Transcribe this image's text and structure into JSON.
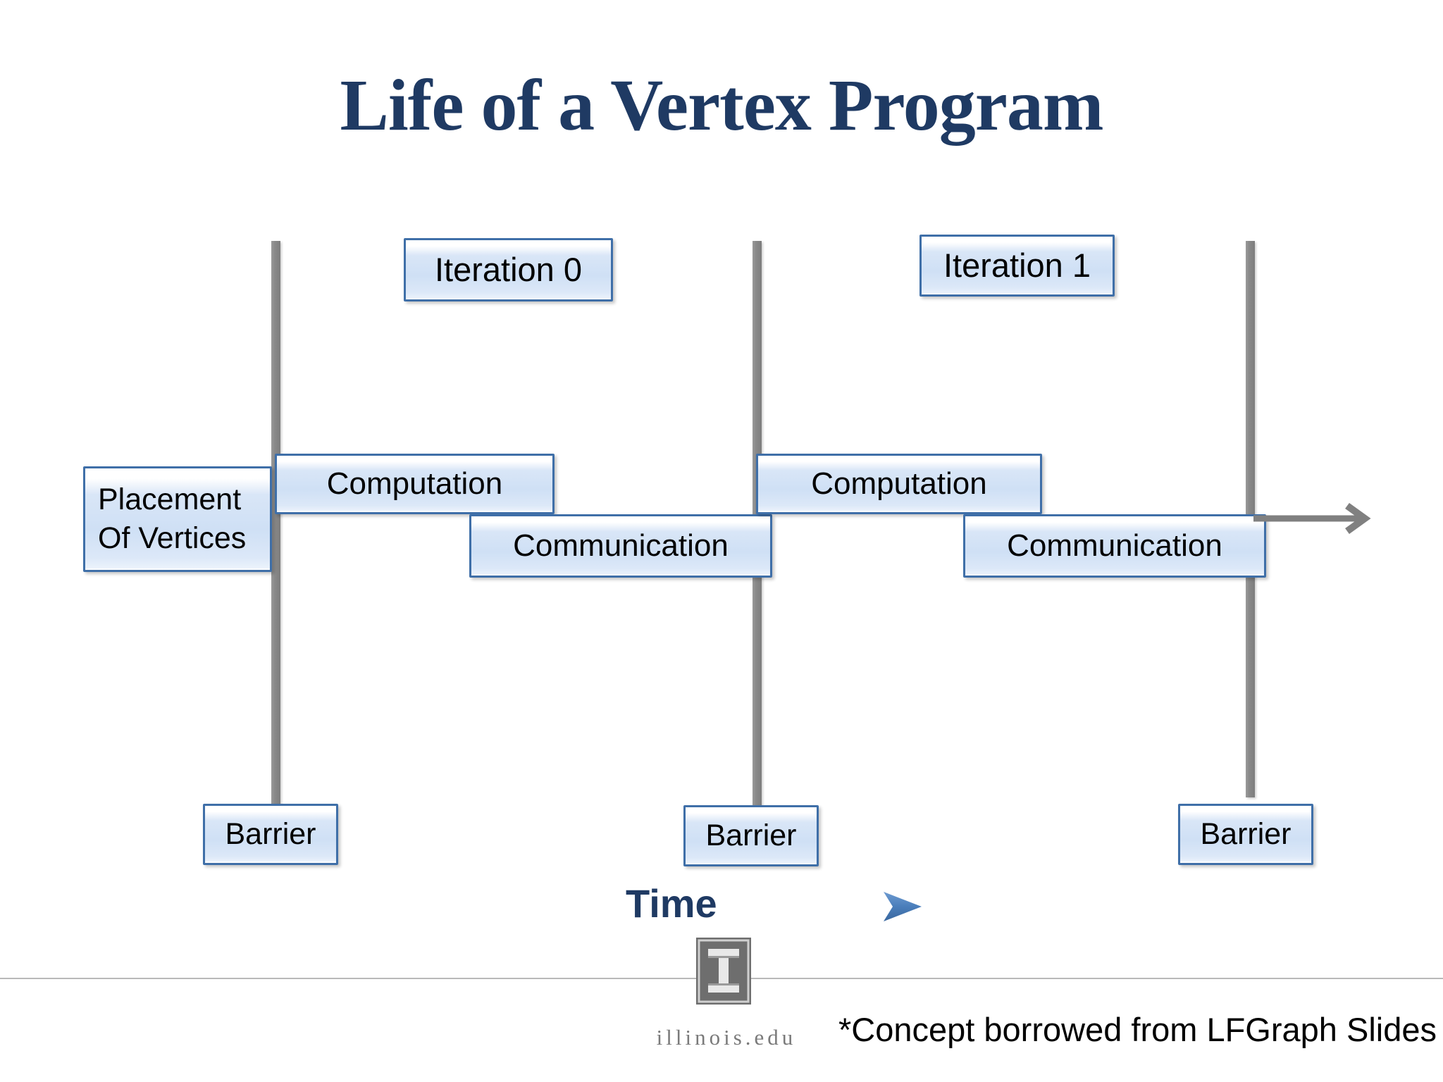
{
  "slide": {
    "title": "Life of a Vertex Program",
    "background_color": "#FFFFFF",
    "title_color": "#1F3A63"
  },
  "diagram": {
    "iteration_labels": [
      {
        "id": "iteration-0",
        "text": "Iteration 0"
      },
      {
        "id": "iteration-1",
        "text": "Iteration 1"
      }
    ],
    "placement_box": {
      "line1": "Placement",
      "line2": "Of Vertices"
    },
    "phases": [
      {
        "id": "computation-0",
        "text": "Computation",
        "iteration": 0
      },
      {
        "id": "communication-0",
        "text": "Communication",
        "iteration": 0
      },
      {
        "id": "computation-1",
        "text": "Computation",
        "iteration": 1
      },
      {
        "id": "communication-1",
        "text": "Communication",
        "iteration": 1
      }
    ],
    "barriers": [
      {
        "id": "barrier-0",
        "text": "Barrier"
      },
      {
        "id": "barrier-1",
        "text": "Barrier"
      },
      {
        "id": "barrier-2",
        "text": "Barrier"
      }
    ],
    "time_axis": {
      "label": "Time",
      "arrow_color": "#4A7EBB",
      "axis_arrow_color": "#808080"
    },
    "box_colors": {
      "fill_light": "#FFFFFF",
      "fill_blue": "#CFE0F5",
      "border": "#3F6FA8"
    },
    "barrier_line_color": "#808080"
  },
  "footer": {
    "logo_letter": "I",
    "logo_text": "illinois.edu",
    "footnote": "*Concept borrowed from LFGraph Slides"
  }
}
